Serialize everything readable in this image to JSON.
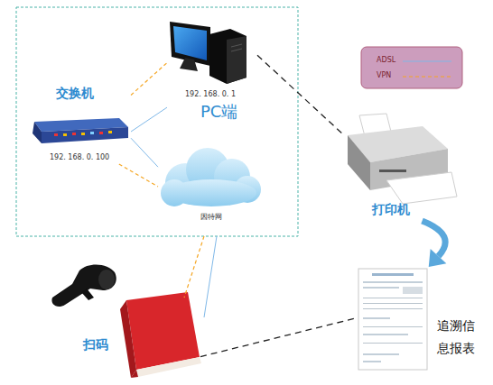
{
  "diagram": {
    "nodes": [
      {
        "text": [
          "交换机",
          "192. 168. 0. 100"
        ]
      },
      {
        "text": [
          "192. 168. 0. 1",
          "PC端"
        ]
      },
      {
        "text": [
          "因特网"
        ]
      },
      {
        "text": [
          "打印机"
        ]
      },
      {
        "text": [
          "扫码"
        ]
      },
      {
        "text": [
          "追溯信 息报表"
        ]
      }
    ],
    "edges": [
      {
        "from": 0,
        "to": 1,
        "arrow": "none"
      },
      {
        "from": 0,
        "to": 1,
        "arrow": "none"
      },
      {
        "from": 0,
        "to": 2,
        "arrow": "none"
      },
      {
        "from": 0,
        "to": 2,
        "arrow": "none"
      },
      {
        "from": 1,
        "to": 3,
        "arrow": "none"
      },
      {
        "from": 3,
        "to": 5,
        "arrow": "to"
      },
      {
        "from": 4,
        "to": 5,
        "arrow": "none"
      }
    ],
    "legend": [
      {
        "text": "ADSL"
      },
      {
        "text": "VPN"
      }
    ]
  }
}
